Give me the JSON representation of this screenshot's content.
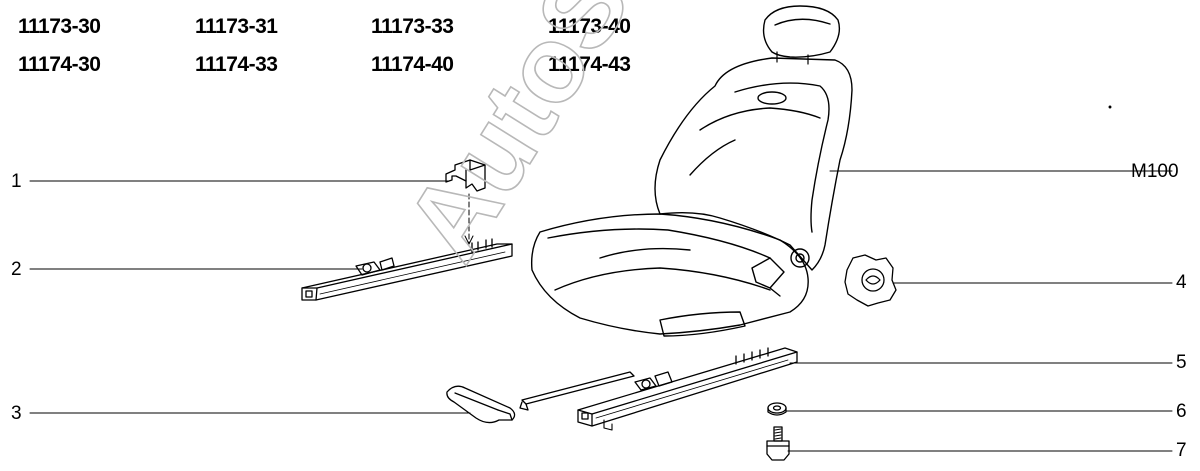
{
  "model_codes": {
    "row1": [
      "11173-30",
      "11173-31",
      "11173-33",
      "11173-40"
    ],
    "row2": [
      "11174-30",
      "11174-33",
      "11174-40",
      "11174-43"
    ]
  },
  "callouts": {
    "c1": "1",
    "c2": "2",
    "c3": "3",
    "c4": "4",
    "c5": "5",
    "c6": "6",
    "c7": "7",
    "m100": "M100"
  },
  "watermark": "AutoSoft"
}
